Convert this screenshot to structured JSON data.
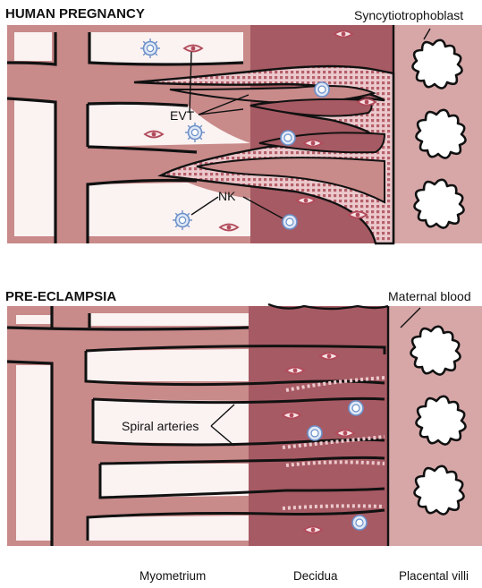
{
  "panels": [
    {
      "title": "HUMAN PREGNANCY",
      "labels": {
        "syncytio": "Syncytiotrophoblast",
        "evt": "EVT",
        "nk": "NK"
      }
    },
    {
      "title": "PRE-ECLAMPSIA",
      "labels": {
        "maternal": "Maternal blood",
        "spiral": "Spiral arteries"
      }
    }
  ],
  "footer": {
    "myometrium": "Myometrium",
    "decidua": "Decidua",
    "villi": "Placental villi"
  },
  "colors": {
    "tissue": "#c98a8a",
    "decidua": "#a65a63",
    "vessel_lumen": "#fbf2f2",
    "immune_cell": "#6b8fc8",
    "outline": "#111111"
  }
}
